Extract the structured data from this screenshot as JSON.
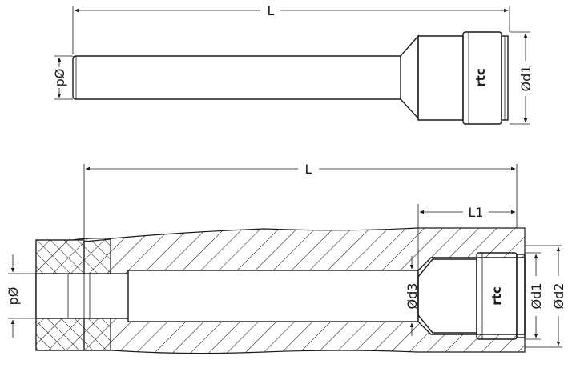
{
  "top_view": {
    "dim_length": "L",
    "dim_pipe_diameter": "pØ",
    "dim_body_diameter": "Ød1",
    "brand": "rtc"
  },
  "section_view": {
    "dim_length": "L",
    "dim_length_l1": "L1",
    "dim_pipe_diameter": "pØ",
    "dim_bore_d3": "Ød3",
    "dim_bore_d1": "Ød1",
    "dim_bore_d2": "Ød2",
    "brand": "rtc"
  },
  "colors": {
    "line": "#1a1a1a",
    "background": "#ffffff"
  }
}
